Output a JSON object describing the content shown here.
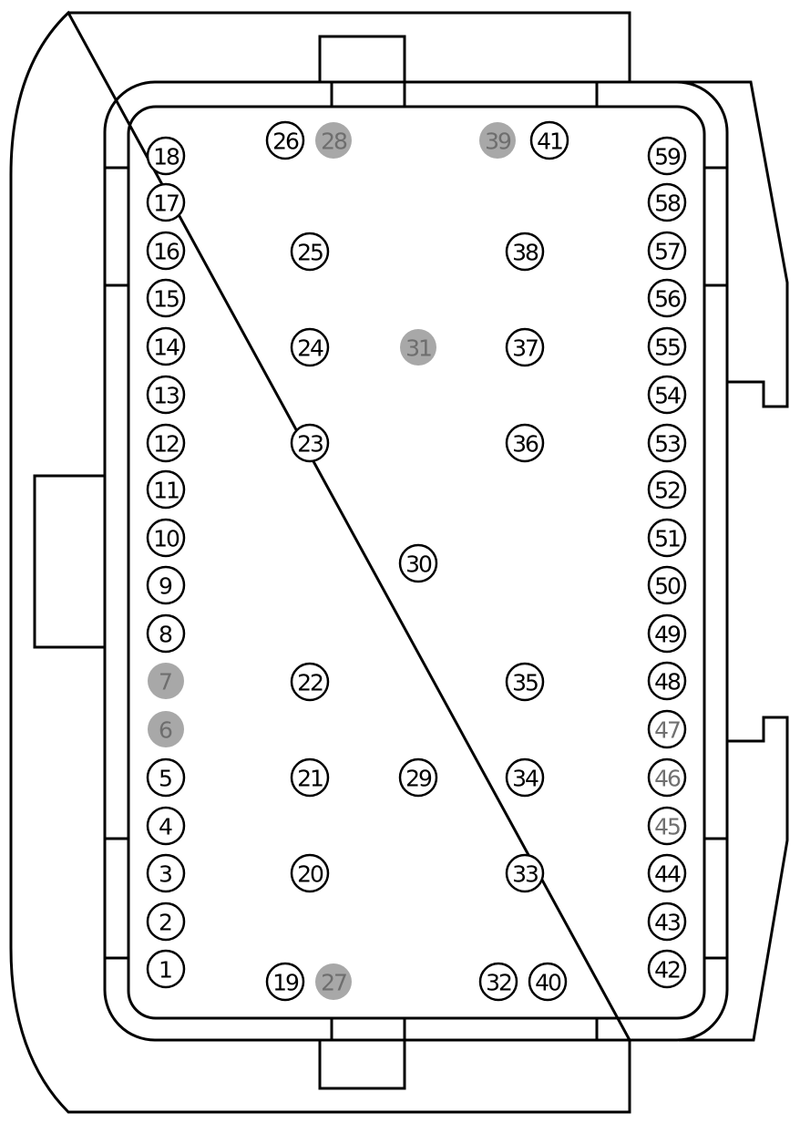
{
  "colors": {
    "stroke": "#000000",
    "background": "#ffffff",
    "filled_pin": "#a8a8a8",
    "filled_label": "#6e6e6e",
    "muted_label": "#707070"
  },
  "pins": [
    {
      "id": "1",
      "label": "1"
    },
    {
      "id": "2",
      "label": "2"
    },
    {
      "id": "3",
      "label": "3"
    },
    {
      "id": "4",
      "label": "4"
    },
    {
      "id": "5",
      "label": "5"
    },
    {
      "id": "6",
      "label": "6",
      "state": "filled"
    },
    {
      "id": "7",
      "label": "7",
      "state": "filled"
    },
    {
      "id": "8",
      "label": "8"
    },
    {
      "id": "9",
      "label": "9"
    },
    {
      "id": "10",
      "label": "10"
    },
    {
      "id": "11",
      "label": "11"
    },
    {
      "id": "12",
      "label": "12"
    },
    {
      "id": "13",
      "label": "13"
    },
    {
      "id": "14",
      "label": "14"
    },
    {
      "id": "15",
      "label": "15"
    },
    {
      "id": "16",
      "label": "16"
    },
    {
      "id": "17",
      "label": "17"
    },
    {
      "id": "18",
      "label": "18"
    },
    {
      "id": "19",
      "label": "19"
    },
    {
      "id": "20",
      "label": "20"
    },
    {
      "id": "21",
      "label": "21"
    },
    {
      "id": "22",
      "label": "22"
    },
    {
      "id": "23",
      "label": "23"
    },
    {
      "id": "24",
      "label": "24"
    },
    {
      "id": "25",
      "label": "25"
    },
    {
      "id": "26",
      "label": "26"
    },
    {
      "id": "27",
      "label": "27",
      "state": "filled"
    },
    {
      "id": "28",
      "label": "28",
      "state": "filled"
    },
    {
      "id": "29",
      "label": "29"
    },
    {
      "id": "30",
      "label": "30"
    },
    {
      "id": "31",
      "label": "31",
      "state": "filled"
    },
    {
      "id": "32",
      "label": "32"
    },
    {
      "id": "33",
      "label": "33"
    },
    {
      "id": "34",
      "label": "34"
    },
    {
      "id": "35",
      "label": "35"
    },
    {
      "id": "36",
      "label": "36"
    },
    {
      "id": "37",
      "label": "37"
    },
    {
      "id": "38",
      "label": "38"
    },
    {
      "id": "39",
      "label": "39",
      "state": "filled"
    },
    {
      "id": "40",
      "label": "40"
    },
    {
      "id": "41",
      "label": "41"
    },
    {
      "id": "42",
      "label": "42"
    },
    {
      "id": "43",
      "label": "43"
    },
    {
      "id": "44",
      "label": "44"
    },
    {
      "id": "45",
      "label": "45",
      "state": "muted"
    },
    {
      "id": "46",
      "label": "46",
      "state": "muted"
    },
    {
      "id": "47",
      "label": "47",
      "state": "muted"
    },
    {
      "id": "48",
      "label": "48"
    },
    {
      "id": "49",
      "label": "49"
    },
    {
      "id": "50",
      "label": "50"
    },
    {
      "id": "51",
      "label": "51"
    },
    {
      "id": "52",
      "label": "52"
    },
    {
      "id": "53",
      "label": "53"
    },
    {
      "id": "54",
      "label": "54"
    },
    {
      "id": "55",
      "label": "55"
    },
    {
      "id": "56",
      "label": "56"
    },
    {
      "id": "57",
      "label": "57"
    },
    {
      "id": "58",
      "label": "58"
    },
    {
      "id": "59",
      "label": "59"
    }
  ]
}
